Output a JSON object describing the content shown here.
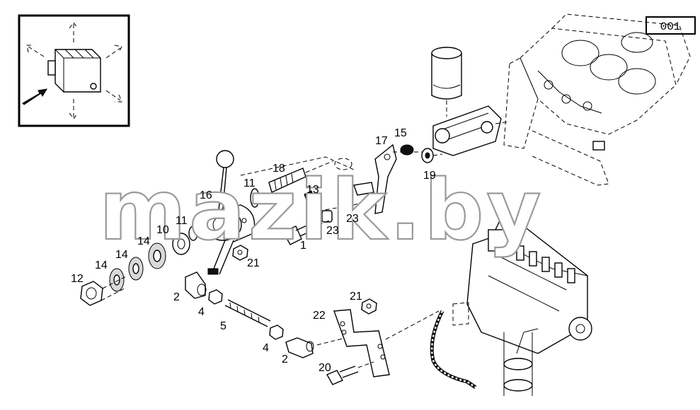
{
  "page_code": "001",
  "watermark": "mazik.by",
  "callouts": [
    {
      "label": "1"
    },
    {
      "label": "2"
    },
    {
      "label": "2"
    },
    {
      "label": "4"
    },
    {
      "label": "4"
    },
    {
      "label": "5"
    },
    {
      "label": "10"
    },
    {
      "label": "11"
    },
    {
      "label": "11"
    },
    {
      "label": "12"
    },
    {
      "label": "13"
    },
    {
      "label": "14"
    },
    {
      "label": "14"
    },
    {
      "label": "14"
    },
    {
      "label": "15"
    },
    {
      "label": "16"
    },
    {
      "label": "17"
    },
    {
      "label": "18"
    },
    {
      "label": "19"
    },
    {
      "label": "20"
    },
    {
      "label": "21"
    },
    {
      "label": "21"
    },
    {
      "label": "22"
    },
    {
      "label": "23"
    },
    {
      "label": "23"
    }
  ]
}
